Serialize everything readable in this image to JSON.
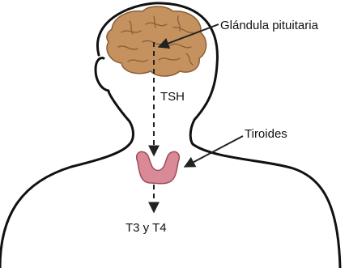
{
  "labels": {
    "pituitary": "Glándula pituitaria",
    "tsh": "TSH",
    "thyroid": "Tiroides",
    "hormones": "T3 y T4"
  },
  "colors": {
    "outline": "#111111",
    "brain": "#c4915f",
    "brain_folds": "#8a5f36",
    "thyroid": "#d98a96",
    "thyroid_edge": "#9c4f5b",
    "arrow": "#222222"
  }
}
